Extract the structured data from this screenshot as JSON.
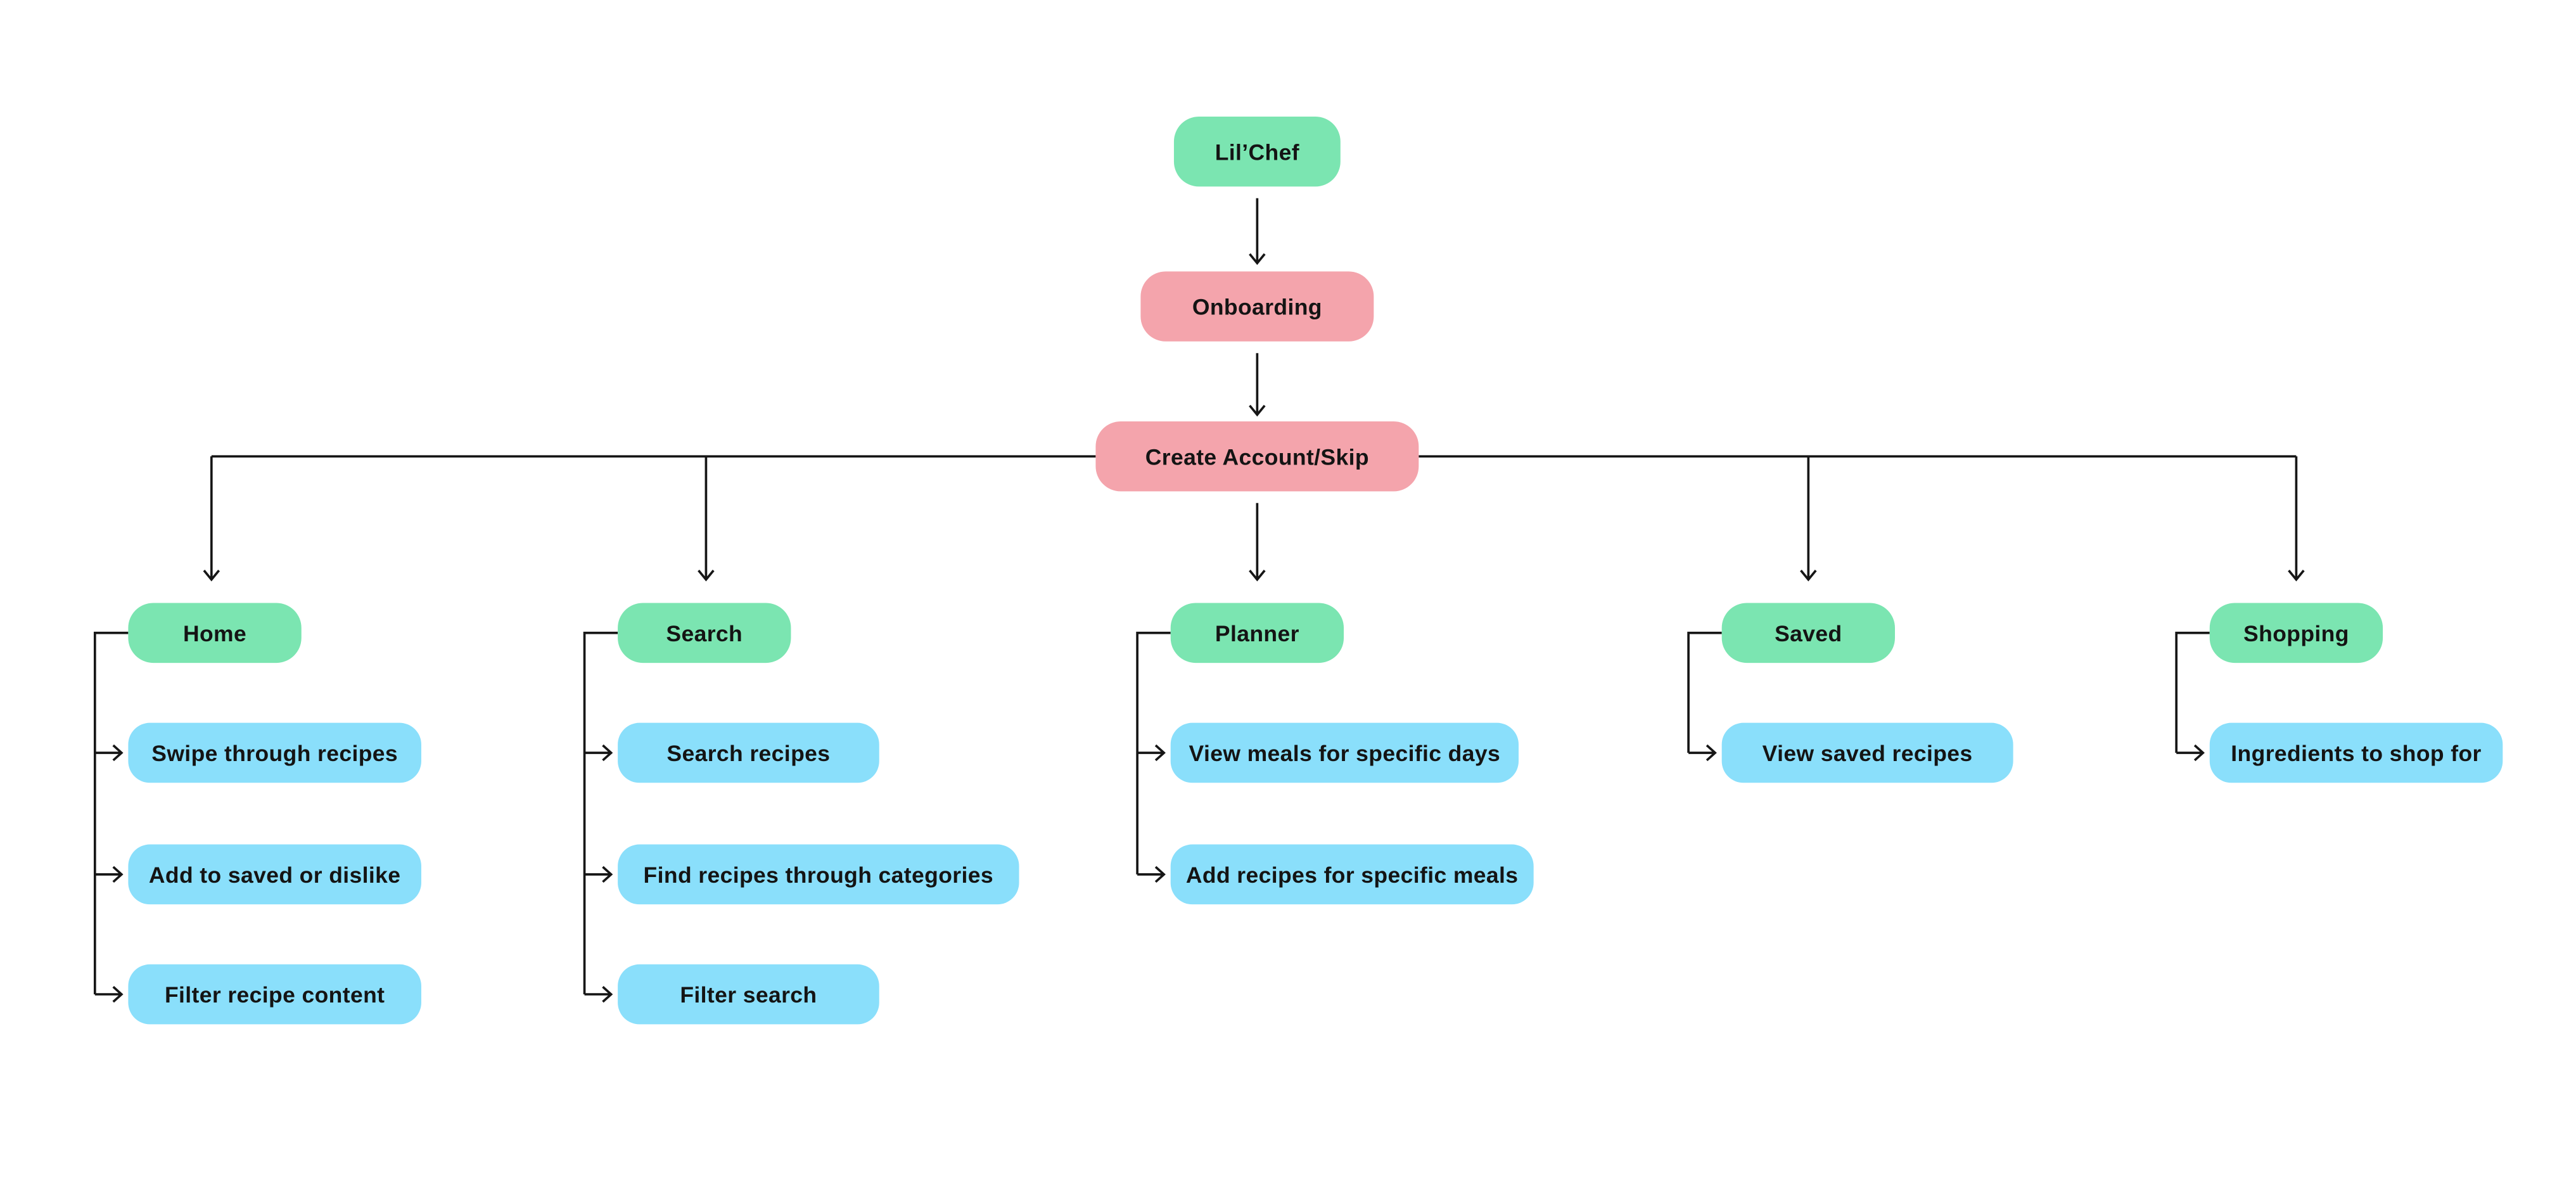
{
  "theme": {
    "background": "#FFFFFF",
    "node-green": "#7BE5B1",
    "node-pink": "#F4A4AC",
    "node-blue": "#8ADFFB",
    "line": "#161616",
    "text": "#141414"
  },
  "flow": {
    "root": {
      "label": "Lil’Chef"
    },
    "steps": [
      {
        "label": "Onboarding"
      },
      {
        "label": "Create Account/Skip"
      }
    ],
    "branches": [
      {
        "label": "Home",
        "children": [
          {
            "label": "Swipe through recipes"
          },
          {
            "label": "Add to saved or dislike"
          },
          {
            "label": "Filter recipe content"
          }
        ]
      },
      {
        "label": "Search",
        "children": [
          {
            "label": "Search recipes"
          },
          {
            "label": "Find recipes through categories"
          },
          {
            "label": "Filter search"
          }
        ]
      },
      {
        "label": "Planner",
        "children": [
          {
            "label": "View meals for specific days"
          },
          {
            "label": "Add recipes for specific meals"
          }
        ]
      },
      {
        "label": "Saved",
        "children": [
          {
            "label": "View saved recipes"
          }
        ]
      },
      {
        "label": "Shopping",
        "children": [
          {
            "label": "Ingredients to shop for"
          }
        ]
      }
    ]
  }
}
